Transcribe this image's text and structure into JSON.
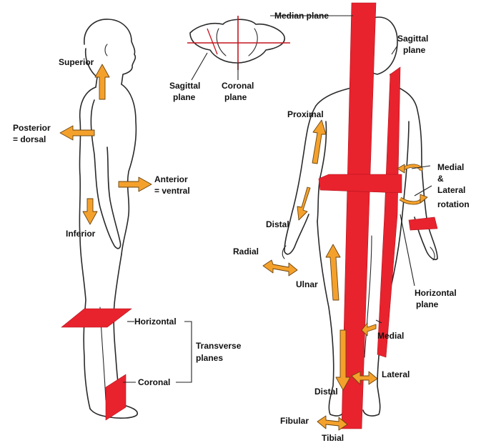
{
  "colors": {
    "plane": "#e8232e",
    "arrow": "#f4a12c",
    "outline": "#2a2a2a"
  },
  "labels": {
    "superior": "Superior",
    "posterior_1": "Posterior",
    "posterior_2": "= dorsal",
    "anterior_1": "Anterior",
    "anterior_2": "= ventral",
    "inferior": "Inferior",
    "horizontal_left": "Horizontal",
    "transverse_1": "Transverse",
    "transverse_2": "planes",
    "coronal_left": "Coronal",
    "median_plane": "Median plane",
    "sagittal_top_1": "Sagittal",
    "sagittal_top_2": "plane",
    "coronal_top_1": "Coronal",
    "coronal_top_2": "plane",
    "sagittal_right_1": "Sagittal",
    "sagittal_right_2": "plane",
    "proximal": "Proximal",
    "medial_rot_1": "Medial",
    "medial_rot_2": "&",
    "medial_rot_3": "Lateral",
    "medial_rot_4": "rotation",
    "distal_upper": "Distal",
    "radial": "Radial",
    "ulnar": "Ulnar",
    "horizontal_right_1": "Horizontal",
    "horizontal_right_2": "plane",
    "medial": "Medial",
    "lateral": "Lateral",
    "distal_lower": "Distal",
    "fibular": "Fibular",
    "tibial": "Tibial"
  }
}
